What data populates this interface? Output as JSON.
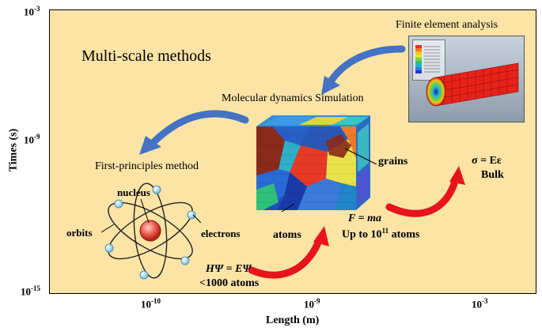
{
  "axes": {
    "y_label": "Times (s)",
    "x_label": "Length (m)",
    "y_ticks": [
      {
        "base": "10",
        "exp": "-3"
      },
      {
        "base": "10",
        "exp": "-9"
      },
      {
        "base": "10",
        "exp": "-15"
      }
    ],
    "x_ticks": [
      {
        "base": "10",
        "exp": "-10"
      },
      {
        "base": "10",
        "exp": "-9"
      },
      {
        "base": "10",
        "exp": "-3"
      }
    ]
  },
  "title": "Multi-scale methods",
  "first_principles": {
    "label": "First-principles method",
    "nucleus": "nucleus",
    "orbits": "orbits",
    "electrons": "electrons",
    "equation": "HΨ = EΨ",
    "atoms_limit": "<1000 atoms"
  },
  "molecular_dynamics": {
    "label": "Molecular dynamics Simulation",
    "grains": "grains",
    "atoms": "atoms",
    "equation": "F = ma",
    "atoms_limit_prefix": "Up to 10",
    "atoms_limit_exp": "11",
    "atoms_limit_suffix": " atoms"
  },
  "finite_element": {
    "label": "Finite element analysis",
    "equation": "σ = Eε",
    "bulk": "Bulk"
  },
  "colors": {
    "background": "#fbe4a6",
    "arrow_blue": "#4472c4",
    "arrow_red": "#e8141b"
  }
}
